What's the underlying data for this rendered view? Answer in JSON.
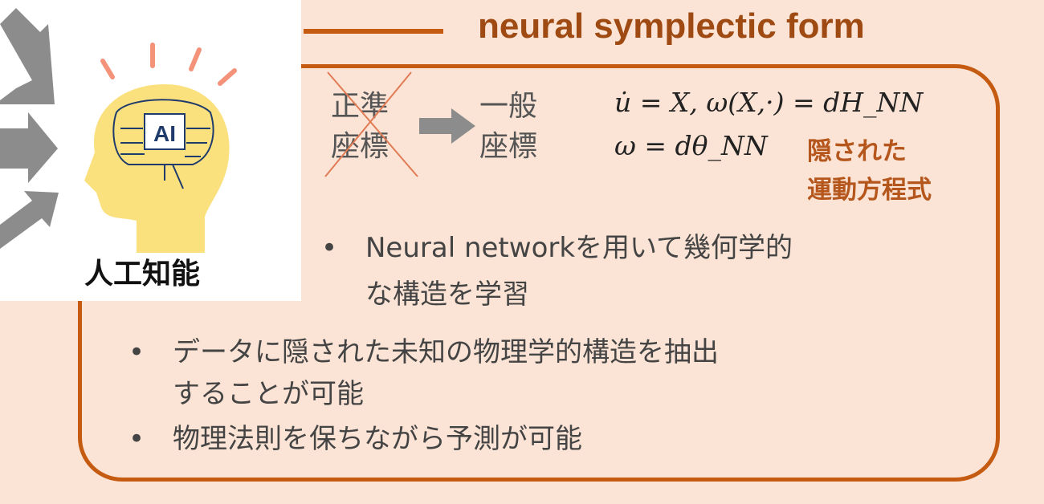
{
  "title": "neural symplectic form",
  "ai_label": "人工知能",
  "ai_chip": "AI",
  "crossed": {
    "line1": "正準",
    "line2": "座標"
  },
  "general": {
    "line1": "一般",
    "line2": "座標"
  },
  "equations": {
    "eq1": "u̇ = X, ω(X,·) = dH_NN",
    "eq2": "ω = dθ_NN"
  },
  "hidden_label": {
    "line1": "隠された",
    "line2": "運動方程式"
  },
  "bullets": [
    {
      "line1": "Neural networkを用いて幾何学的",
      "line2": "な構造を学習"
    },
    {
      "line1": "データに隠された未知の物理学的構造を抽出",
      "line2": "することが可能"
    },
    {
      "line1": "物理法則を保ちながら予測が可能"
    }
  ],
  "bullet_char": "•",
  "colors": {
    "accent": "#c55a11",
    "background": "#fbe4d5",
    "title": "#9e4a12"
  }
}
